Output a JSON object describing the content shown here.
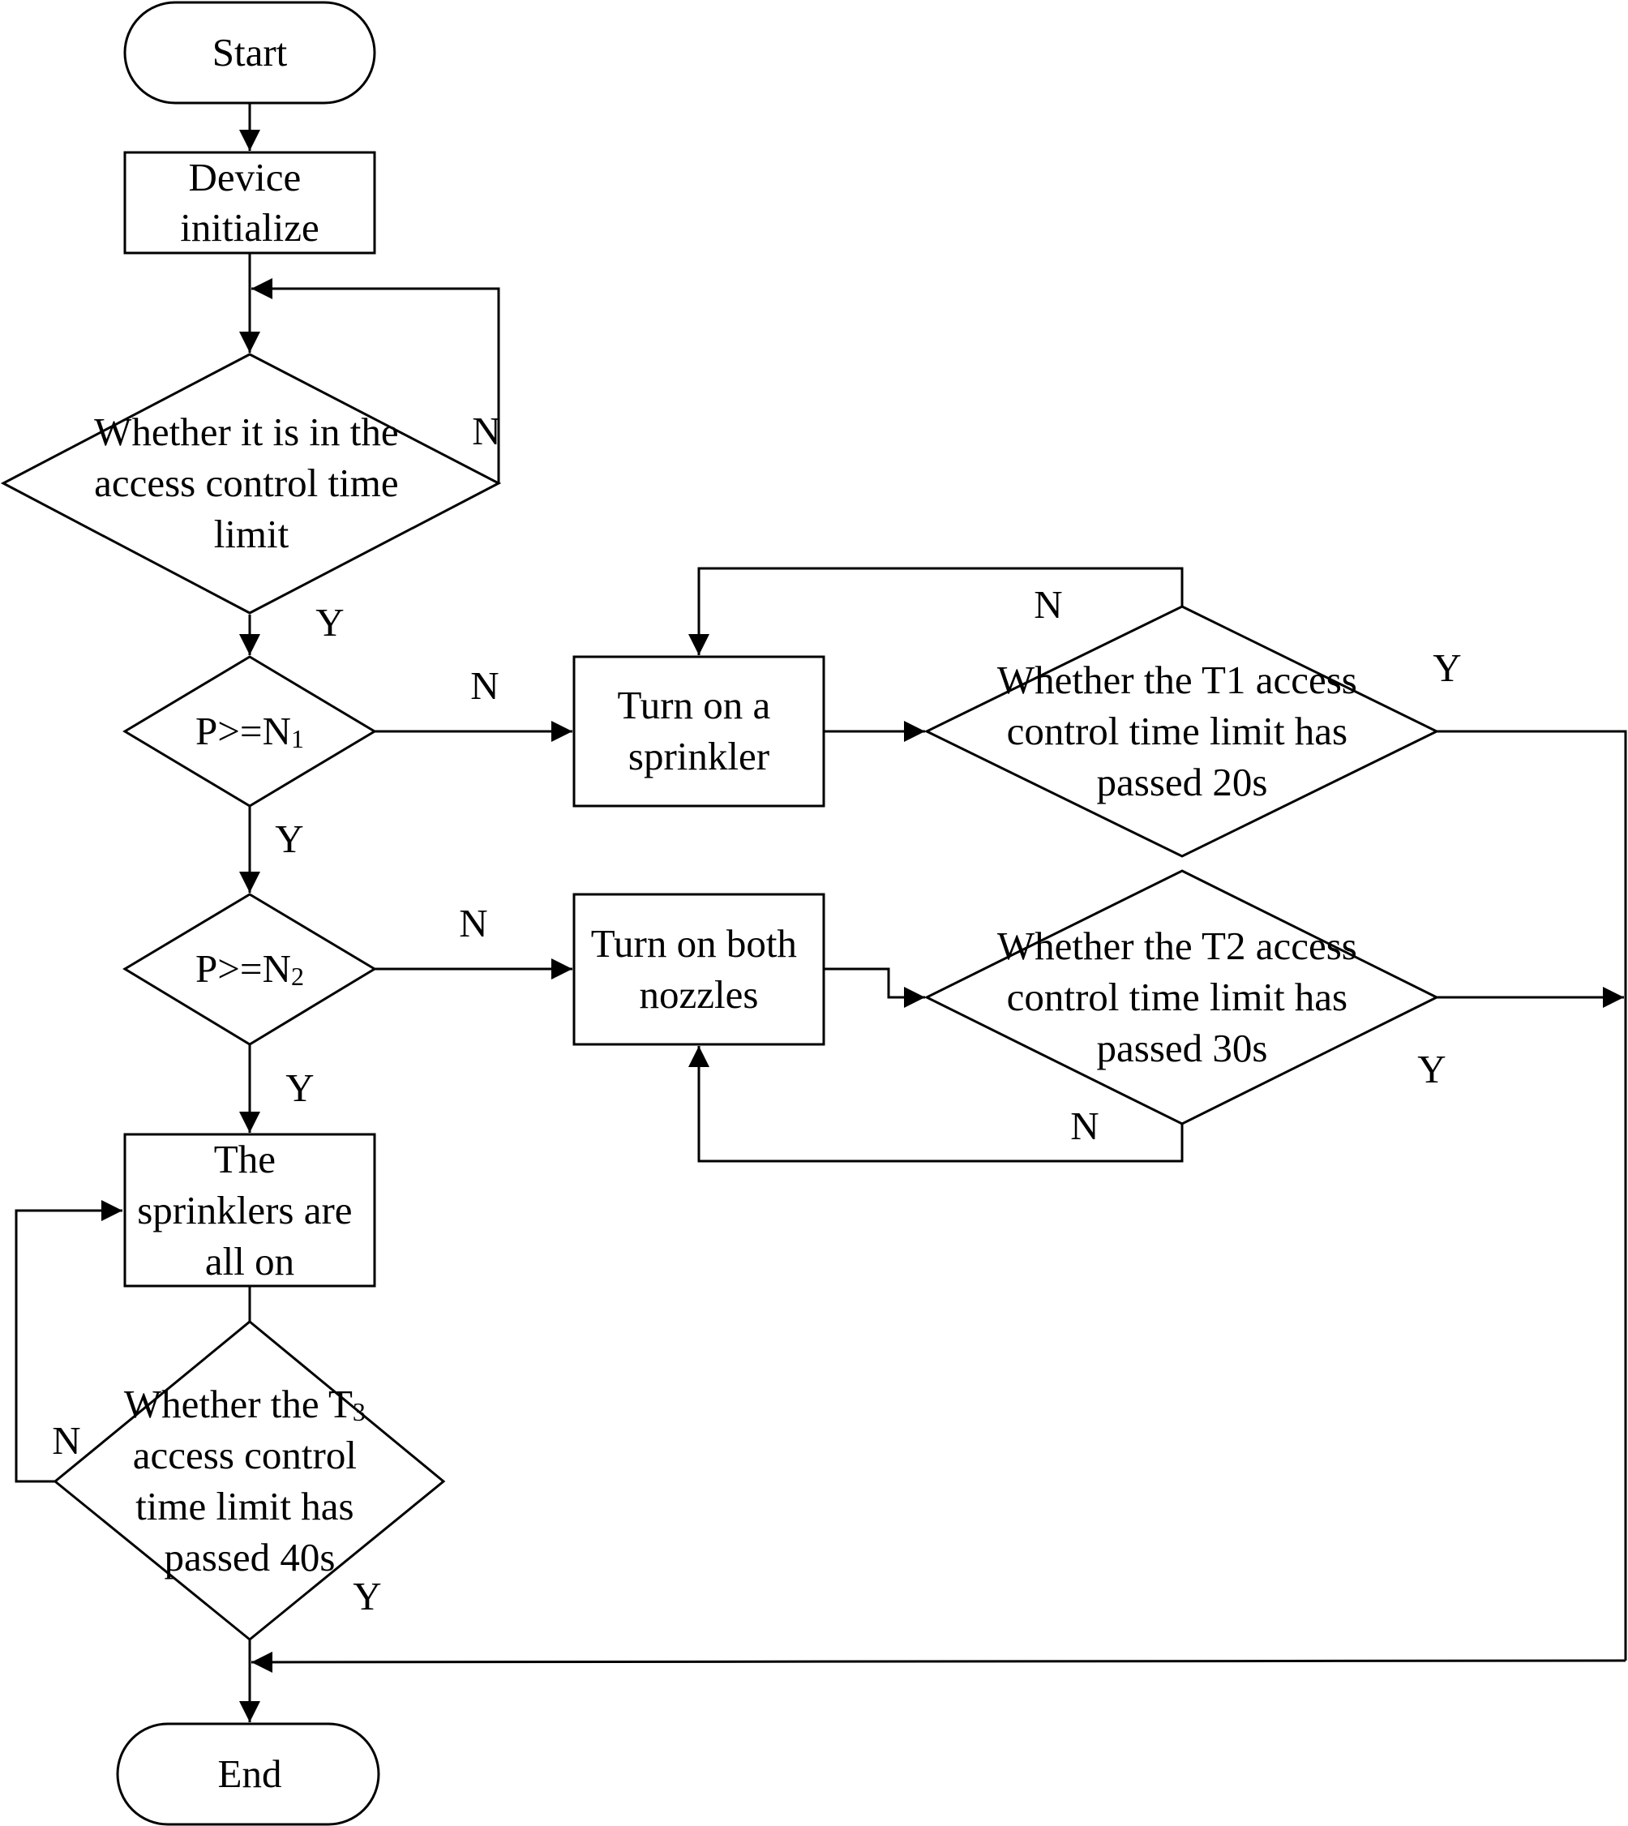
{
  "diagram": {
    "nodes": {
      "start": {
        "lines": [
          "Start"
        ]
      },
      "init": {
        "lines": [
          "Device",
          "initialize"
        ]
      },
      "check_time": {
        "lines": [
          "Whether it is in the",
          "access control time",
          "limit"
        ]
      },
      "cmp_n1": {
        "base": "P>=N",
        "sub": "1"
      },
      "cmp_n2": {
        "base": "P>=N",
        "sub": "2"
      },
      "one_sprinkler": {
        "lines": [
          "Turn on a",
          "sprinkler"
        ]
      },
      "t1_check": {
        "lines": [
          "Whether the T1 access",
          "control time limit has",
          "passed 20s"
        ]
      },
      "both_nozzles": {
        "lines": [
          "Turn on both",
          "nozzles"
        ]
      },
      "t2_check": {
        "lines": [
          "Whether the T2 access",
          "control time limit has",
          "passed 30s"
        ]
      },
      "all_on": {
        "lines": [
          "The",
          "sprinklers are",
          "all on"
        ]
      },
      "t3_check": {
        "line1_base": "Whether the T",
        "line1_sub": "3",
        "lines_rest": [
          "access control",
          "time limit has",
          "passed 40s"
        ]
      },
      "end": {
        "lines": [
          "End"
        ]
      }
    },
    "edge_labels": {
      "check_time_no": "N",
      "check_time_yes": "Y",
      "n1_no": "N",
      "n1_yes": "Y",
      "n2_no": "N",
      "n2_yes": "Y",
      "t1_no": "N",
      "t1_yes": "Y",
      "t2_no": "N",
      "t2_yes": "Y",
      "t3_no": "N",
      "t3_yes": "Y"
    }
  }
}
